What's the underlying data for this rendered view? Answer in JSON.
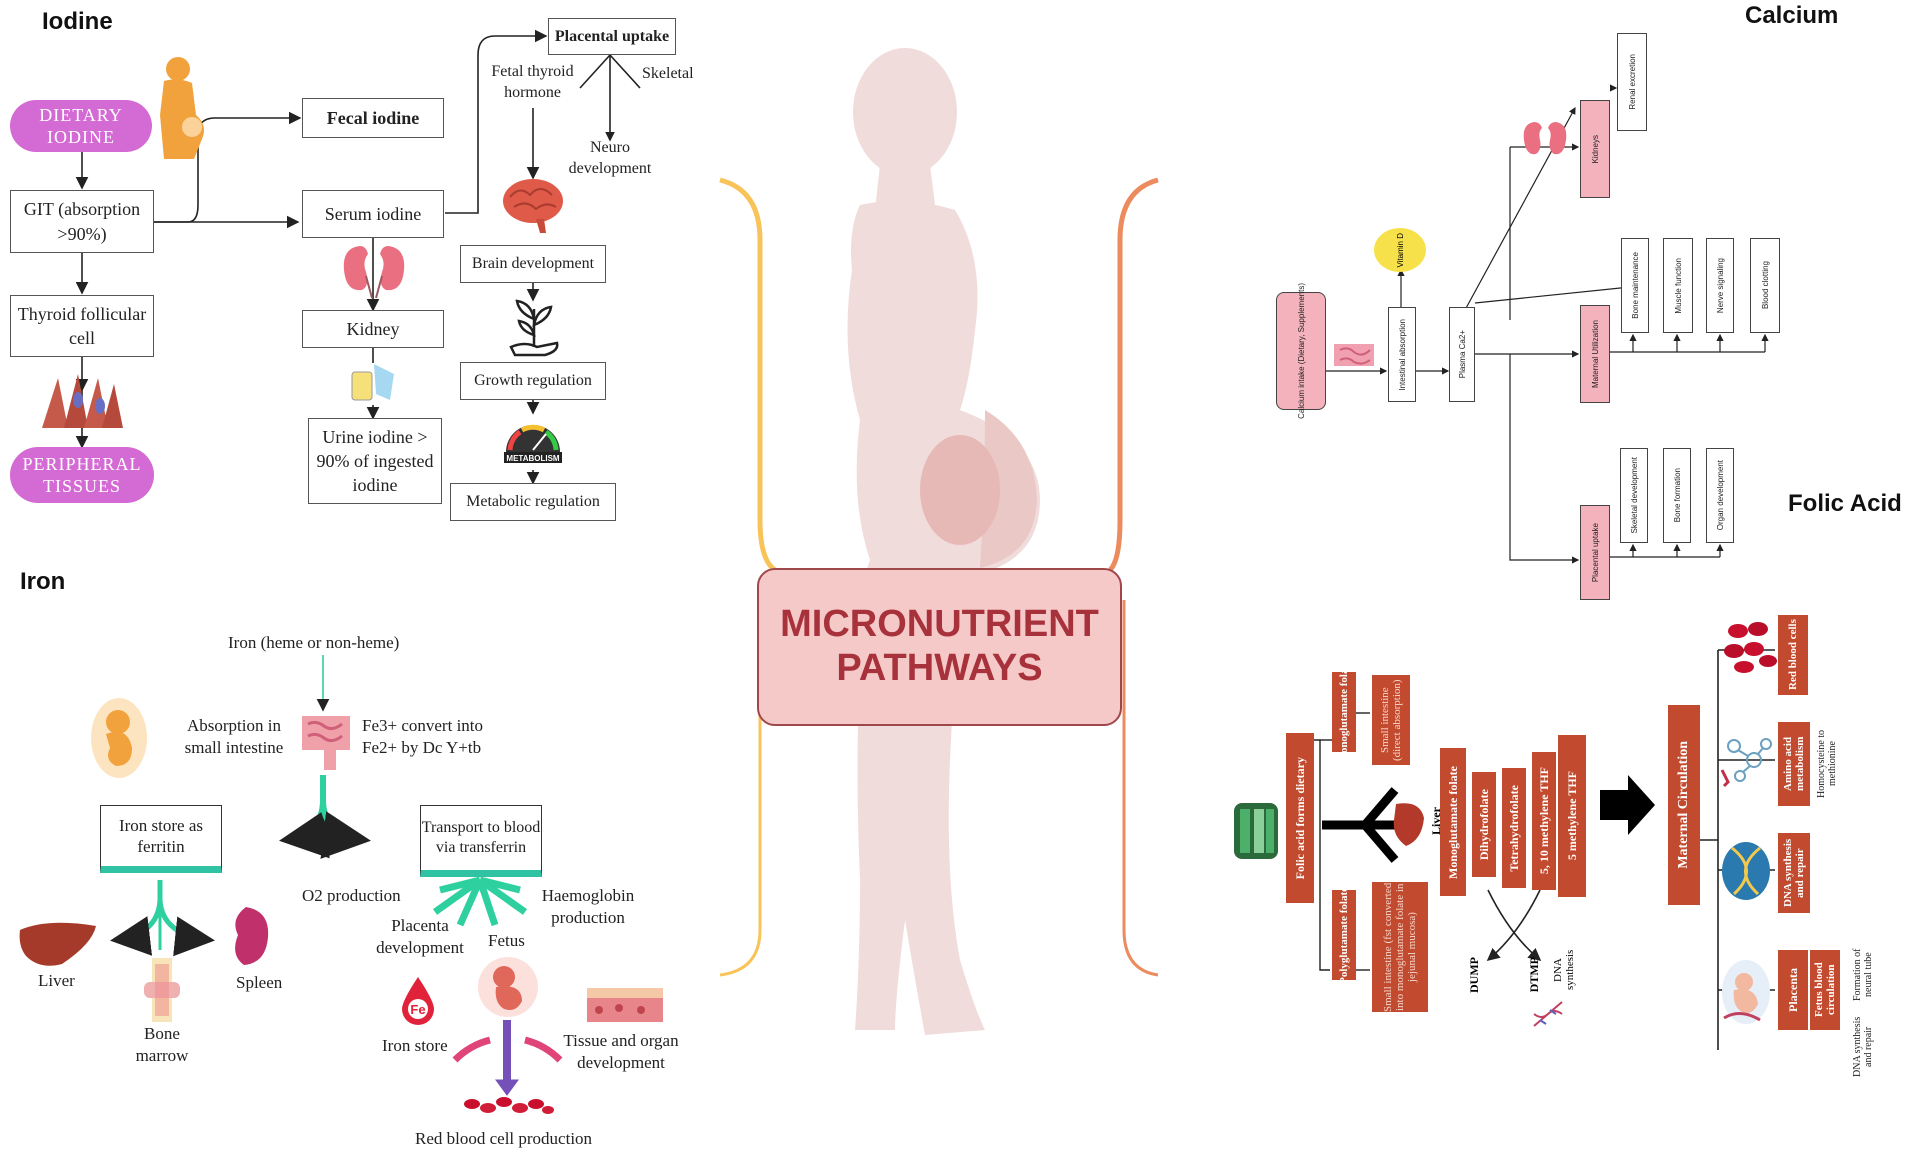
{
  "title": {
    "line1": "MICRONUTRIENT",
    "line2": "PATHWAYS"
  },
  "colors": {
    "title_bg": "#f6c9c9",
    "title_border": "#a0474c",
    "title_text": "#a8323c",
    "silhouette": "#f0dcda",
    "pill": "#d46ad4",
    "calcium_pink": "#f4b2bd",
    "folate_box": "#c24a2e",
    "transferrin_bar": "#2fc3a4",
    "arrow_teal": "#2fd0a0",
    "bracket_yellow": "#f8c45a",
    "bracket_orange": "#ec8b5e"
  },
  "iodine": {
    "heading": "Iodine",
    "dietary": "DIETARY IODINE",
    "git": "GIT (absorption >90%)",
    "thyroid": "Thyroid follicular cell",
    "peripheral": "PERIPHERAL TISSUES",
    "fecal": "Fecal iodine",
    "serum": "Serum iodine",
    "kidney": "Kidney",
    "urine": "Urine iodine > 90% of ingested iodine",
    "placental": "Placental uptake",
    "fetal_thyroid": "Fetal thyroid hormone",
    "skeletal": "Skeletal",
    "neuro": "Neuro development",
    "brain": "Brain development",
    "growth": "Growth regulation",
    "metabolic": "Metabolic regulation",
    "metabolism_icon_text": "METABOLISM"
  },
  "iron": {
    "heading": "Iron",
    "source": "Iron (heme or non-heme)",
    "absorption": "Absorption in small intestine",
    "convert": "Fe3+ convert into Fe2+ by Dc Y+tb",
    "ferritin": "Iron store as ferritin",
    "transport": "Transport to blood via transferrin",
    "liver": "Liver",
    "bone_marrow": "Bone marrow",
    "spleen": "Spleen",
    "o2": "O2 production",
    "haemoglobin": "Haemoglobin production",
    "placenta_dev": "Placenta development",
    "fetus": "Fetus",
    "iron_store": "Iron store",
    "fe_icon_text": "Fe",
    "tissue": "Tissue and organ development",
    "rbc": "Red blood cell production"
  },
  "calcium": {
    "heading": "Calcium",
    "intake": "Calcium intake (Dietary, Supplements)",
    "intestinal": "Intestinal absorption",
    "vitd": "Vitamin D",
    "plasma": "Plasma Ca2+",
    "kidneys": "Kidneys",
    "renal": "Renal excretion",
    "maternal_util": "Maternal Utilization",
    "bone_maint": "Bone maintenance",
    "muscle": "Muscle function",
    "nerve": "Nerve signaling",
    "clotting": "Blood clotting",
    "placental_uptake": "Placental uptake",
    "skeletal_dev": "Skeletal development",
    "bone_form": "Bone formation",
    "organ_dev": "Organ development"
  },
  "folic": {
    "heading": "Folic Acid",
    "forms": "Folic acid forms dietary",
    "mono": "Monoglutamate folate",
    "small_direct": "Small intestine (direct absorption)",
    "poly": "Polyglutamate folate",
    "small_conv": "Small intestine (fst converted into monoglutamate folate in jejunal mucosa)",
    "liver": "Liver",
    "mono2": "Monoglutamate folate",
    "dihydro": "Dihydrofolate",
    "tetrahydro": "Tetrahydrofolate",
    "methylene": "5, 10 methylene THF",
    "methyl": "5 methylene THF",
    "dump": "DUMP",
    "dtmp": "DTMP",
    "dna_synth": "DNA synthesis",
    "maternal_circ": "Maternal Circulation",
    "rbc": "Red blood cells",
    "amino": "Amino acid metabolism",
    "homocysteine": "Homocysteine to methionine",
    "dna_repair": "DNA synthesis and repair",
    "placenta": "Placenta",
    "fetus_blood": "Fetus blood circulation",
    "neural_tube": "Formation of neural tube",
    "dna_sr": "DNA synthesis and repair"
  }
}
